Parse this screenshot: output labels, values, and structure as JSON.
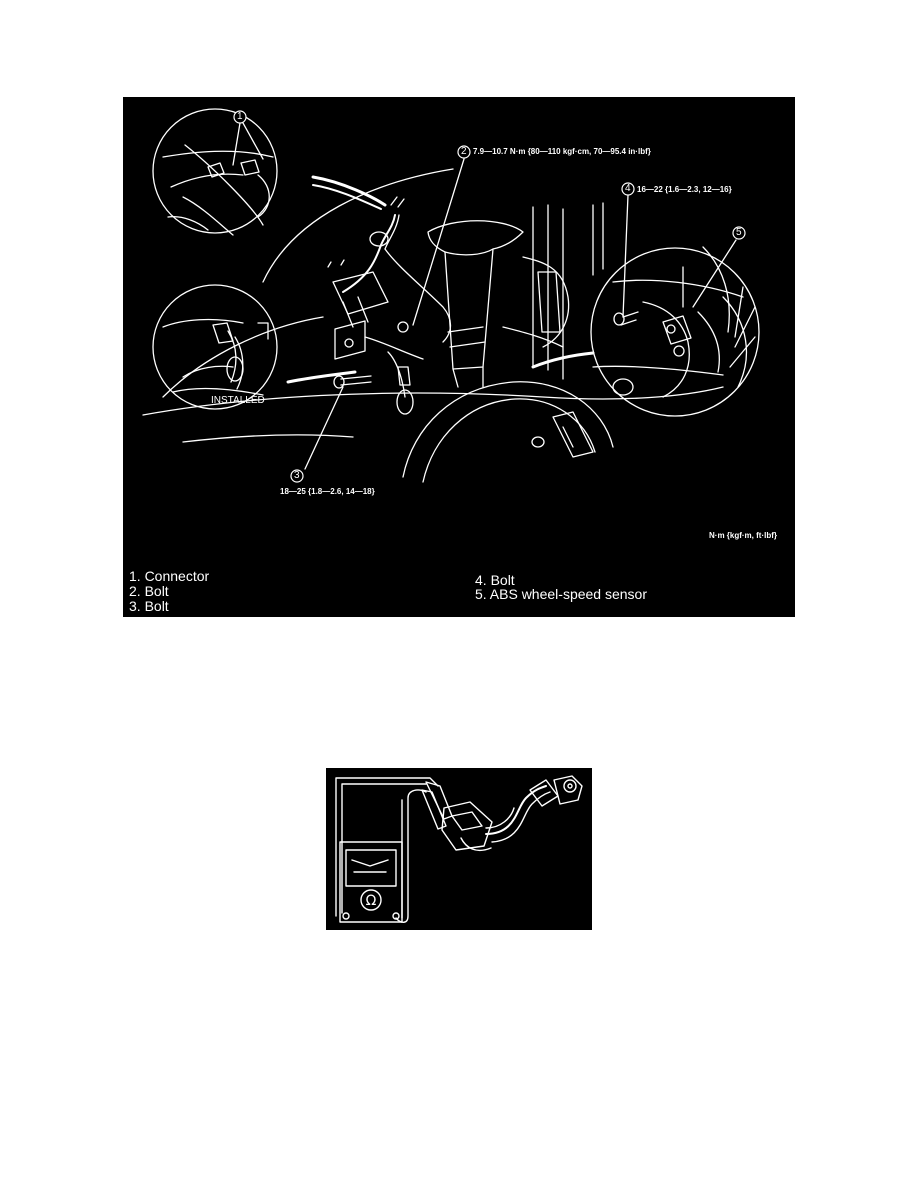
{
  "figure1": {
    "callouts": [
      {
        "num": "1"
      },
      {
        "num": "2",
        "torque": "7.9—10.7 N·m {80—110 kgf·cm, 70—95.4 in·lbf}"
      },
      {
        "num": "3",
        "torque": "18—25 {1.8—2.6, 14—18}"
      },
      {
        "num": "4",
        "torque": "16—22 {1.6—2.3, 12—16}"
      },
      {
        "num": "5"
      }
    ],
    "installed_label": "INSTALLED",
    "unit_note": "N·m {kgf·m, ft·lbf}",
    "legend": [
      "1. Connector",
      "2. Bolt",
      "3. Bolt",
      "4. Bolt",
      "5. ABS wheel-speed sensor"
    ]
  },
  "figure2": {
    "meter_symbol": "Ω",
    "icons": [
      "ohmmeter-icon",
      "wheel-speed-sensor-icon"
    ]
  }
}
